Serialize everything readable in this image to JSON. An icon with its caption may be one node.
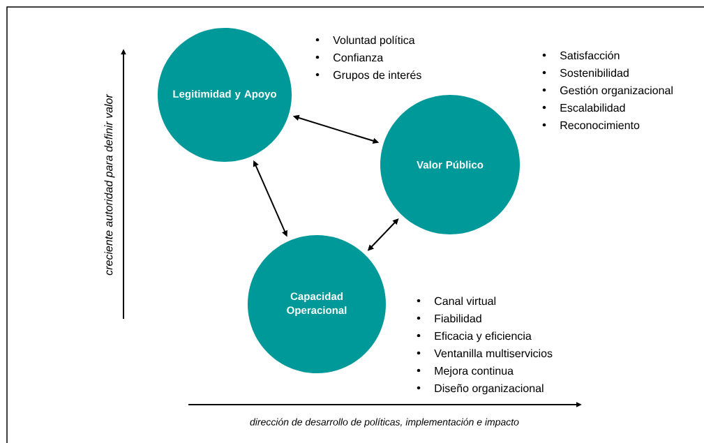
{
  "diagram": {
    "nodes": [
      {
        "text": [
          "Legitimidad y Apoyo"
        ],
        "beside": [
          "Voluntad política",
          "Confianza",
          "Grupos de interés"
        ]
      },
      {
        "text": [
          "Valor Público"
        ],
        "beside": [
          "Satisfacción",
          "Sostenibilidad",
          "Gestión organizacional",
          "Escalabilidad",
          "Reconocimiento"
        ]
      },
      {
        "text": [
          "Capacidad Operacional"
        ],
        "beside": [
          "Canal virtual",
          "Fiabilidad",
          "Eficacia y eficiencia",
          "Ventanilla multiservicios",
          "Mejora continua",
          "Diseño organizacional"
        ]
      }
    ],
    "edges": [
      {
        "from": 0,
        "to": 1,
        "arrow": "both"
      },
      {
        "from": 0,
        "to": 2,
        "arrow": "both"
      },
      {
        "from": 1,
        "to": 2,
        "arrow": "both"
      }
    ],
    "labels": [
      "creciente autoridad para definir valor",
      "dirección de desarrollo de políticas, implementación e impacto"
    ]
  }
}
